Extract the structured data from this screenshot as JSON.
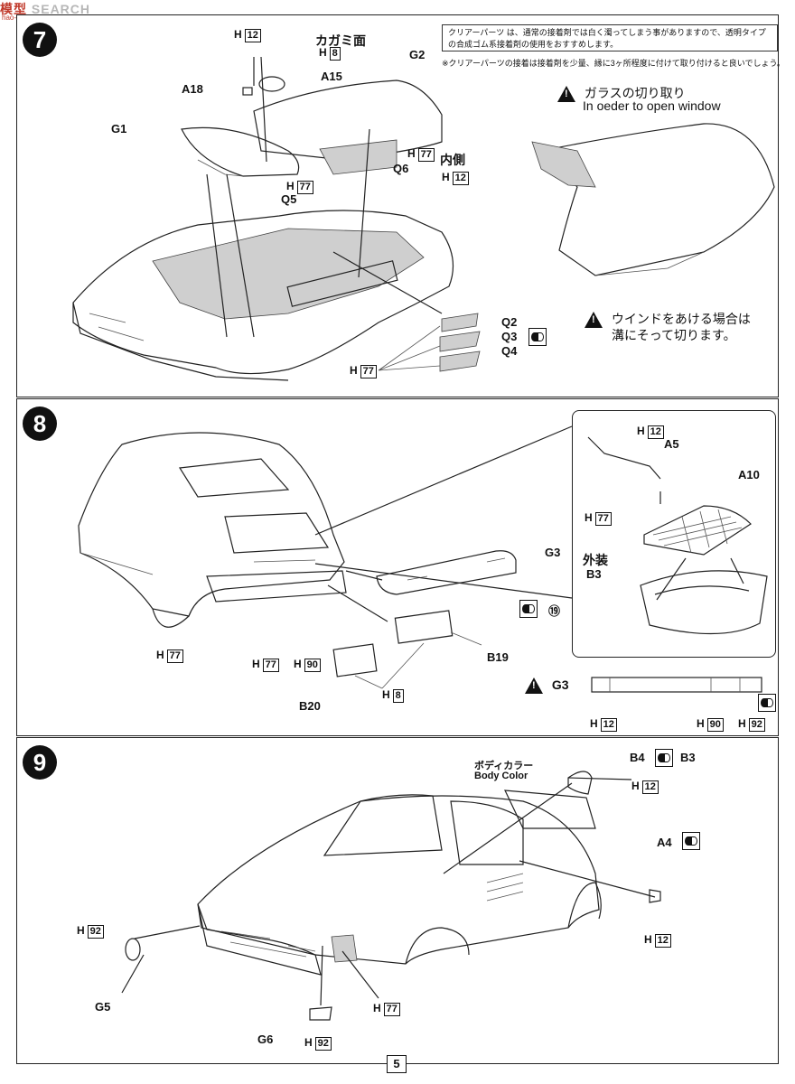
{
  "watermark": {
    "brand_cn": "模型",
    "brand_en": "SEARCH",
    "sub": "hao-shop.com"
  },
  "page_number": "5",
  "step7": {
    "number": "7",
    "note_text": "クリアーパーツ は、通常の接着剤では白く濁ってしまう事がありますので、透明タイプの合成ゴム系接着剤の使用をおすすめします。",
    "note_sub": "※クリアーパーツの接着は接着剤を少量、縁に3ヶ所程度に付けて取り付けると良いでしょう。",
    "warn_glass_jp": "ガラスの切り取り",
    "warn_glass_en": "In oeder to open window",
    "warn_window_jp1": "ウインドをあける場合は",
    "warn_window_jp2": "溝にそって切ります。",
    "mirror_face": "カガミ面",
    "inner_side": "内側",
    "labels": {
      "a18": "A18",
      "a15": "A15",
      "g1": "G1",
      "g2": "G2",
      "q5": "Q5",
      "q6": "Q6",
      "q2": "Q2",
      "q3": "Q3",
      "q4": "Q4"
    },
    "h_prefix": "H",
    "h": {
      "h12a": "12",
      "h8": "8",
      "h77a": "77",
      "h77b": "77",
      "h12b": "12",
      "h77c": "77"
    }
  },
  "step8": {
    "number": "8",
    "exterior": "外装",
    "labels": {
      "a5": "A5",
      "a10": "A10",
      "b3": "B3",
      "g3": "G3",
      "b19": "B19",
      "b20": "B20",
      "g3warn": "G3",
      "decal": "⑲"
    },
    "h_prefix": "H",
    "h": {
      "h12a": "12",
      "h77a": "77",
      "h77b": "77",
      "h77c": "77",
      "h90a": "90",
      "h8": "8",
      "h12b": "12",
      "h90b": "90",
      "h92": "92"
    }
  },
  "step9": {
    "number": "9",
    "body_color_jp": "ボディカラー",
    "body_color_en": "Body Color",
    "labels": {
      "b4": "B4",
      "b3": "B3",
      "a4": "A4",
      "g5": "G5",
      "g6": "G6"
    },
    "h_prefix": "H",
    "h": {
      "h12a": "12",
      "h12b": "12",
      "h92a": "92",
      "h77": "77",
      "h92b": "92"
    }
  }
}
